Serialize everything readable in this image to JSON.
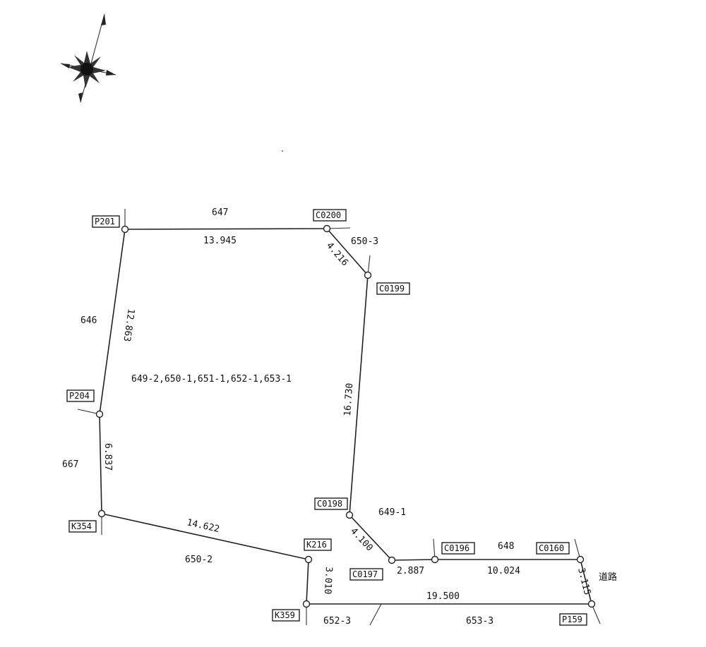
{
  "compass": {
    "icon": "north-arrow-compass-icon"
  },
  "points": {
    "P201": "P201",
    "C0200": "C0200",
    "C0199": "C0199",
    "P204": "P204",
    "K354": "K354",
    "K216": "K216",
    "C0198": "C0198",
    "C0197": "C0197",
    "C0196": "C0196",
    "C0160": "C0160",
    "K359": "K359",
    "P159": "P159"
  },
  "distances": {
    "d_top": "13.945",
    "d_c0200_c0199": "4.216",
    "d_left_upper": "12.863",
    "d_right": "16.730",
    "d_left_lower": "6.837",
    "d_bottom_left": "14.622",
    "d_c0198_c0197": "4.100",
    "d_c0197_c0196": "2.887",
    "d_c0196_c0160": "10.024",
    "d_c0160_p159": "3.115",
    "d_k216_k359": "3.010",
    "d_bottom": "19.500"
  },
  "parcels": {
    "p647": "647",
    "p650_3": "650-3",
    "p646": "646",
    "main": "649-2,650-1,651-1,652-1,653-1",
    "p667": "667",
    "p649_1": "649-1",
    "p648": "648",
    "p650_2": "650-2",
    "p652_3": "652-3",
    "p653_3": "653-3",
    "road": "道路"
  }
}
